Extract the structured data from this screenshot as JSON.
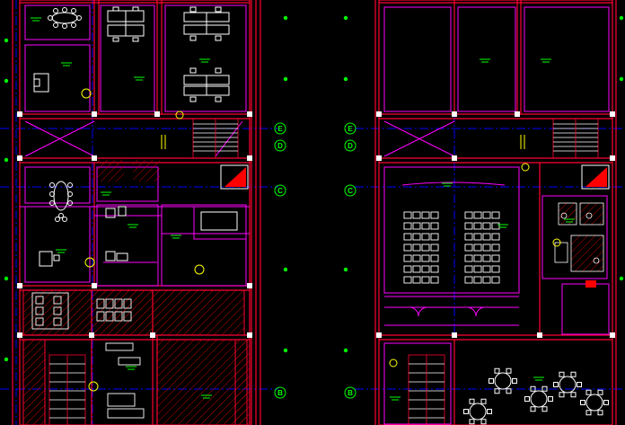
{
  "title": "",
  "colors": {
    "background": "#000000",
    "wall": "#ff0033",
    "partition": "#ff00ff",
    "furniture": "#ffffff",
    "annotation": "#00ff00",
    "label": "#ffff00",
    "hatch": "#cc0000",
    "grid": "#0000ff",
    "column": "#ffffff"
  },
  "axis_labels": {
    "left_plan": [
      "E",
      "D",
      "C",
      "B"
    ],
    "right_plan": [
      "E",
      "D",
      "C",
      "B"
    ]
  },
  "icons": [
    "grid-bubble-icon",
    "desk-icon",
    "chair-icon",
    "conference-table-icon",
    "round-table-icon",
    "stair-icon",
    "wc-fixture-icon",
    "door-swing-icon",
    "column-icon"
  ]
}
